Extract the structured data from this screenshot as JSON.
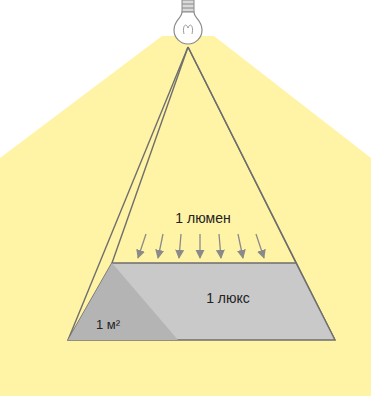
{
  "diagram": {
    "nodes": [
      {
        "text": [
          "1 люмен"
        ]
      },
      {
        "text": [
          "1 люкс",
          "1 м²"
        ],
        "in": 0
      }
    ]
  }
}
